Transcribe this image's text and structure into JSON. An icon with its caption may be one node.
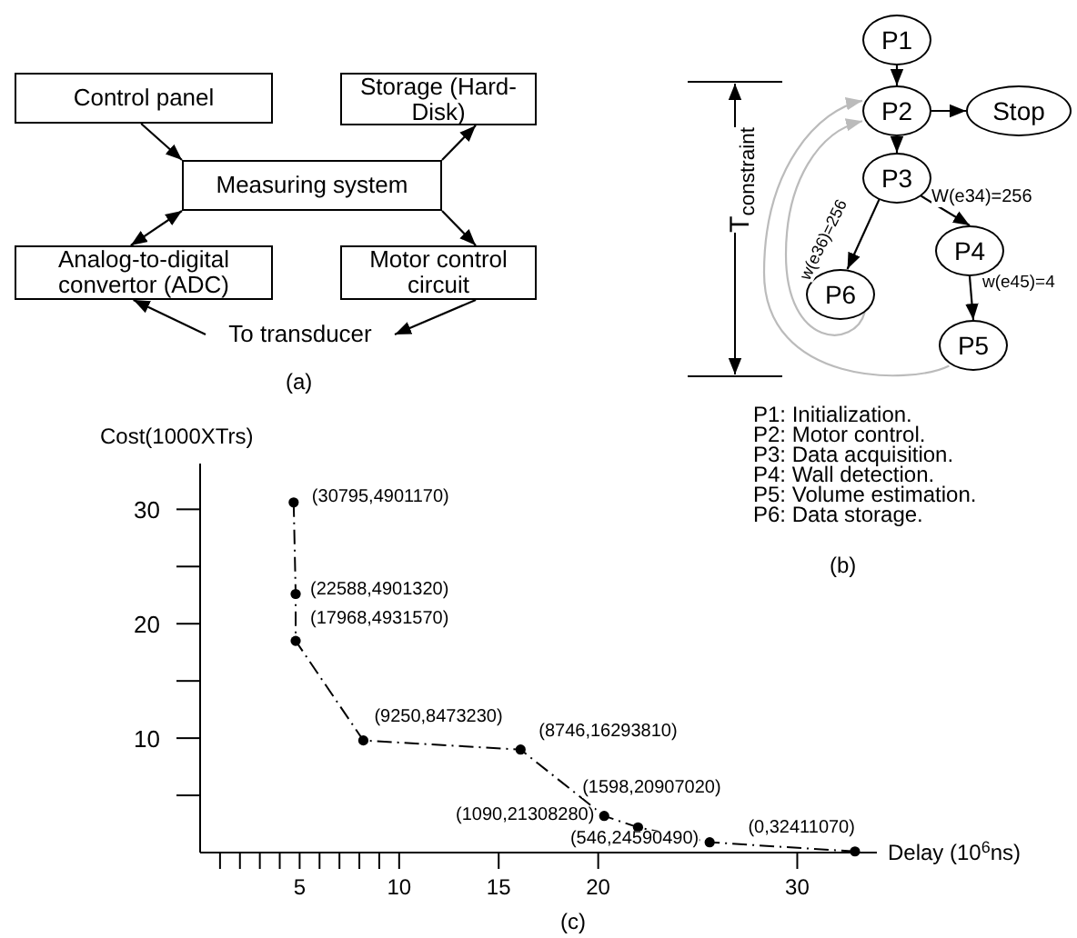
{
  "diagram": {
    "nodes": [
      {
        "text": [
          "Control panel"
        ]
      },
      {
        "text": [
          "Storage (Hard-Disk)"
        ]
      },
      {
        "text": [
          "Measuring system"
        ]
      },
      {
        "text": [
          "Analog-to-digital convertor (ADC)"
        ]
      },
      {
        "text": [
          "Motor control circuit"
        ]
      },
      {
        "text": [
          "To transducer"
        ]
      },
      {
        "text": [
          "P1"
        ]
      },
      {
        "text": [
          "P2"
        ]
      },
      {
        "text": [
          "Stop"
        ]
      },
      {
        "text": [
          "P3"
        ]
      },
      {
        "text": [
          "P4"
        ]
      },
      {
        "text": [
          "P6"
        ]
      },
      {
        "text": [
          "P5"
        ]
      }
    ],
    "edges": [
      {
        "from": 0,
        "to": 2,
        "arrow": "to"
      },
      {
        "from": 2,
        "to": 1,
        "arrow": "to"
      },
      {
        "from": 2,
        "to": 3,
        "arrow": "both"
      },
      {
        "from": 2,
        "to": 4,
        "arrow": "to"
      },
      {
        "from": 5,
        "to": 3,
        "arrow": "to"
      },
      {
        "from": 4,
        "to": 5,
        "arrow": "to"
      },
      {
        "from": 6,
        "to": 7,
        "arrow": "to"
      },
      {
        "from": 7,
        "to": 8,
        "arrow": "to"
      },
      {
        "from": 7,
        "to": 9,
        "arrow": "to"
      },
      {
        "from": 9,
        "to": 10,
        "arrow": "to",
        "label": "W(e34)=256"
      },
      {
        "from": 9,
        "to": 11,
        "arrow": "to",
        "label": "w(e36)=256"
      },
      {
        "from": 10,
        "to": 12,
        "arrow": "to",
        "label": "w(e45)=4"
      },
      {
        "from": 11,
        "to": 7,
        "arrow": "to",
        "color": "#bbbbbb"
      },
      {
        "from": 12,
        "to": 7,
        "arrow": "to",
        "color": "#bbbbbb"
      }
    ],
    "labels": [
      "(a)",
      "T$_{constraint}$",
      "P1: Initialization.",
      "P2: Motor control.",
      "P3: Data acquisition.",
      "P4: Wall detection.",
      "P5: Volume estimation.",
      "P6: Data storage.",
      "(b)",
      "(c)"
    ],
    "chart_data": {
      "type": "line",
      "xlabel": "Delay (10$^{6}$ns)",
      "ylabel": "Cost(1000XTrs)",
      "x": [
        4.7,
        4.8,
        4.8,
        8.2,
        16.1,
        20.3,
        22.0,
        25.6,
        32.9
      ],
      "series": [
        {
          "color": "#000000",
          "line_style": "dashdot",
          "marker": "circle",
          "values": [
            30.6,
            22.6,
            18.5,
            9.8,
            9.0,
            3.2,
            2.2,
            0.9,
            0.1
          ]
        }
      ],
      "xlim": [
        0,
        34
      ],
      "ylim": [
        0,
        34
      ],
      "xticks": [
        5,
        10,
        15,
        20,
        30
      ],
      "yticks": [
        10,
        20,
        30
      ],
      "annotations": [
        {
          "x": 4.7,
          "y": 30.6,
          "text": "(30795,4901170)"
        },
        {
          "x": 4.8,
          "y": 22.6,
          "text": "(22588,4901320)"
        },
        {
          "x": 4.8,
          "y": 18.5,
          "text": "(17968,4931570)"
        },
        {
          "x": 8.2,
          "y": 9.8,
          "text": "(9250,8473230)"
        },
        {
          "x": 16.1,
          "y": 9.0,
          "text": "(8746,16293810)"
        },
        {
          "x": 20.3,
          "y": 3.2,
          "text": "(1598,20907020)"
        },
        {
          "x": 22.0,
          "y": 2.2,
          "text": "(1090,21308280)"
        },
        {
          "x": 25.6,
          "y": 0.9,
          "text": "(546,24590490)"
        },
        {
          "x": 32.9,
          "y": 0.1,
          "text": "(0,32411070)"
        }
      ]
    }
  }
}
